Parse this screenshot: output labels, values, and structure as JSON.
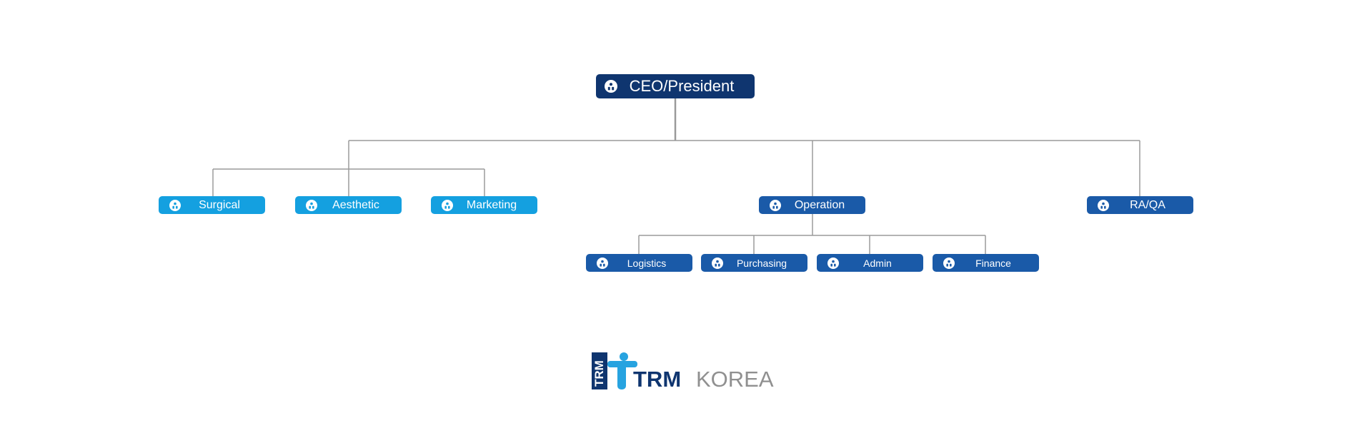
{
  "colors": {
    "top_box": "#0f356f",
    "branch_box": "#1a5aa8",
    "sales_box": "#14a0e0",
    "connector": "#9a9a9a",
    "logo_dark": "#0f356f",
    "logo_light": "#27a3e0",
    "logo_gray": "#909090"
  },
  "icon": "person-group-icon",
  "org": {
    "ceo": {
      "label": "CEO/President"
    },
    "departments": [
      {
        "label": "Surgical"
      },
      {
        "label": "Aesthetic"
      },
      {
        "label": "Marketing"
      },
      {
        "label": "Operation"
      },
      {
        "label": "RA/QA"
      }
    ],
    "operation_units": [
      {
        "label": "Logistics"
      },
      {
        "label": "Purchasing"
      },
      {
        "label": "Admin"
      },
      {
        "label": "Finance"
      }
    ]
  },
  "logo": {
    "vertical_text": "TRM",
    "word_bold": "TRM",
    "word_light": "KOREA"
  }
}
